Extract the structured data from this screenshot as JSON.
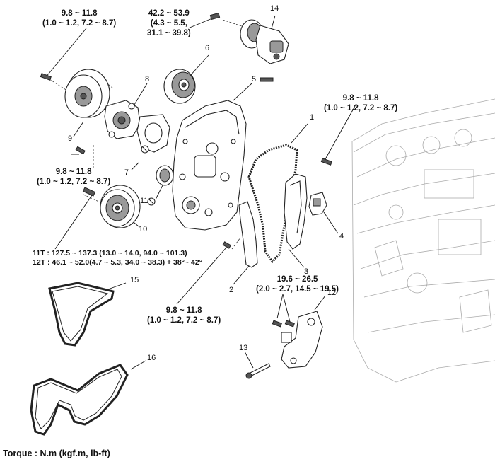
{
  "torque_labels": {
    "top_left": "9.8 ~ 11.8\n(1.0 ~ 1.2, 7.2 ~ 8.7)",
    "top_center": "42.2 ~ 53.9\n(4.3 ~ 5.5,\n31.1 ~ 39.8)",
    "right": "9.8 ~ 11.8\n(1.0 ~ 1.2, 7.2 ~ 8.7)",
    "mid_left": "9.8 ~ 11.8\n(1.0 ~ 1.2, 7.2 ~ 8.7)",
    "crank": "11T : 127.5 ~ 137.3 (13.0 ~ 14.0, 94.0 ~ 101.3)\n12T : 46.1 ~ 52.0(4.7 ~ 5.3, 34.0 ~ 38.3) + 38°~ 42°",
    "bottom_center": "9.8 ~ 11.8\n(1.0 ~ 1.2, 7.2 ~ 8.7)",
    "bracket": "19.6 ~ 26.5\n(2.0 ~ 2.7, 14.5 ~ 19.5)"
  },
  "part_numbers": {
    "p1": "1",
    "p2": "2",
    "p3": "3",
    "p4": "4",
    "p5": "5",
    "p6": "6",
    "p7": "7",
    "p8": "8",
    "p9": "9",
    "p10": "10",
    "p11": "11",
    "p12": "12",
    "p13": "13",
    "p14": "14",
    "p15": "15",
    "p16": "16"
  },
  "footer": "Torque : N.m (kgf.m, lb-ft)"
}
